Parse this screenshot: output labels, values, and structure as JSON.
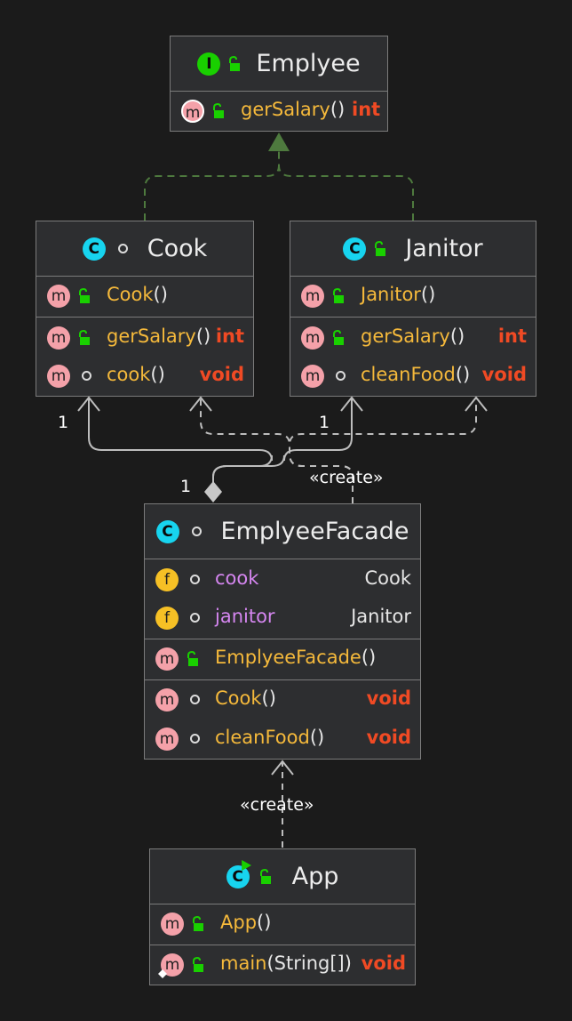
{
  "colors": {
    "background": "#1b1b1b",
    "box": "#2d2e30",
    "border": "#7b7b7b",
    "method_name": "#f5b93b",
    "field_name": "#d586f0",
    "return_type": "#f04a24",
    "interface_badge": "#19d000",
    "class_badge": "#17d4ef",
    "method_badge": "#f4a1a9",
    "field_badge": "#f6c025",
    "public_lock": "#19d000",
    "inheritance_arrow": "#4e7a3e"
  },
  "emplyee": {
    "badge": "I",
    "name": "Emplyee",
    "methods": [
      {
        "badge": "m",
        "name": "gerSalary",
        "paren": "()",
        "type": "int"
      }
    ]
  },
  "cook": {
    "badge": "C",
    "name": "Cook",
    "constructor": {
      "badge": "m",
      "name": "Cook",
      "paren": "()"
    },
    "methods": [
      {
        "badge": "m",
        "name": "gerSalary",
        "paren": "()",
        "type": "int"
      },
      {
        "badge": "m",
        "name": "cook",
        "paren": "()",
        "type": "void"
      }
    ]
  },
  "janitor": {
    "badge": "C",
    "name": "Janitor",
    "constructor": {
      "badge": "m",
      "name": "Janitor",
      "paren": "()"
    },
    "methods": [
      {
        "badge": "m",
        "name": "gerSalary",
        "paren": "()",
        "type": "int"
      },
      {
        "badge": "m",
        "name": "cleanFood",
        "paren": "()",
        "type": "void"
      }
    ]
  },
  "facade": {
    "badge": "C",
    "name": "EmplyeeFacade",
    "fields": [
      {
        "badge": "f",
        "name": "cook",
        "type": "Cook"
      },
      {
        "badge": "f",
        "name": "janitor",
        "type": "Janitor"
      }
    ],
    "constructor": {
      "badge": "m",
      "name": "EmplyeeFacade",
      "paren": "()"
    },
    "methods": [
      {
        "badge": "m",
        "name": "Cook",
        "paren": "()",
        "type": "void"
      },
      {
        "badge": "m",
        "name": "cleanFood",
        "paren": "()",
        "type": "void"
      }
    ]
  },
  "app": {
    "badge": "C",
    "name": "App",
    "constructor": {
      "badge": "m",
      "name": "App",
      "paren": "()"
    },
    "methods": [
      {
        "badge": "m",
        "name": "main",
        "paren": "(String[])",
        "type": "void"
      }
    ]
  },
  "relations": {
    "multiplicity_cook": "1",
    "multiplicity_janitor": "1",
    "multiplicity_facade": "1",
    "create_top": "«create»",
    "create_bottom": "«create»"
  }
}
